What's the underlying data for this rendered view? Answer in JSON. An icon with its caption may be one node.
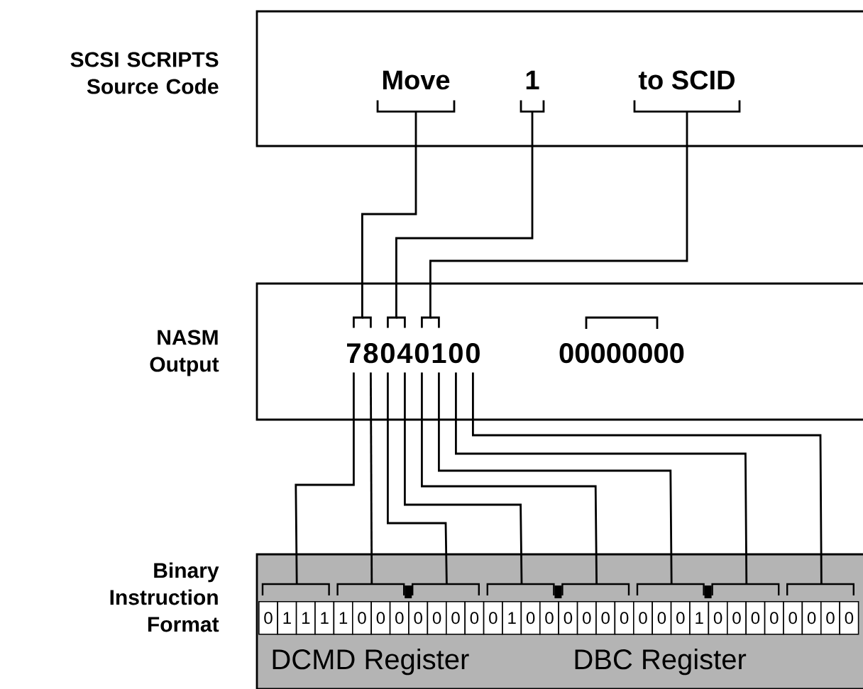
{
  "diagram": {
    "nodes": [
      {
        "text": [
          "SCSI SCRIPTS Source Code"
        ]
      },
      {
        "text": [
          "Move"
        ],
        "in": 0
      },
      {
        "text": [
          "1"
        ],
        "in": 0
      },
      {
        "text": [
          "to SCID"
        ],
        "in": 0
      },
      {
        "text": [
          "NASM Output"
        ]
      },
      {
        "text": [
          "7"
        ],
        "in": 4
      },
      {
        "text": [
          "8"
        ],
        "in": 4
      },
      {
        "text": [
          "0"
        ],
        "in": 4
      },
      {
        "text": [
          "4"
        ],
        "in": 4
      },
      {
        "text": [
          "0"
        ],
        "in": 4
      },
      {
        "text": [
          "1"
        ],
        "in": 4
      },
      {
        "text": [
          "0"
        ],
        "in": 4
      },
      {
        "text": [
          "0"
        ],
        "in": 4
      },
      {
        "text": [
          "Binary Instruction Format"
        ]
      },
      {
        "text": [
          "0",
          "1",
          "1",
          "1"
        ],
        "in": 13
      },
      {
        "text": [
          "1",
          "0",
          "0",
          "0"
        ],
        "in": 13
      },
      {
        "text": [
          "0",
          "0",
          "0",
          "0"
        ],
        "in": 13
      },
      {
        "text": [
          "0",
          "1",
          "0",
          "0"
        ],
        "in": 13
      },
      {
        "text": [
          "0",
          "0",
          "0",
          "0"
        ],
        "in": 13
      },
      {
        "text": [
          "0",
          "0",
          "0",
          "1"
        ],
        "in": 13
      },
      {
        "text": [
          "0",
          "0",
          "0",
          "0"
        ],
        "in": 13
      },
      {
        "text": [
          "0",
          "0",
          "0",
          "0"
        ],
        "in": 13
      }
    ],
    "edges": [
      {
        "from": 1,
        "to": 5,
        "arrow": "none"
      },
      {
        "from": 1,
        "to": 6,
        "arrow": "none"
      },
      {
        "from": 2,
        "to": 7,
        "arrow": "none"
      },
      {
        "from": 2,
        "to": 8,
        "arrow": "none"
      },
      {
        "from": 3,
        "to": 9,
        "arrow": "none"
      },
      {
        "from": 3,
        "to": 10,
        "arrow": "none"
      },
      {
        "from": 5,
        "to": 14,
        "arrow": "none"
      },
      {
        "from": 6,
        "to": 15,
        "arrow": "none"
      },
      {
        "from": 7,
        "to": 16,
        "arrow": "none"
      },
      {
        "from": 8,
        "to": 17,
        "arrow": "none"
      },
      {
        "from": 9,
        "to": 18,
        "arrow": "none"
      },
      {
        "from": 10,
        "to": 19,
        "arrow": "none"
      },
      {
        "from": 11,
        "to": 20,
        "arrow": "none"
      },
      {
        "from": 12,
        "to": 21,
        "arrow": "none"
      }
    ],
    "labels": [
      "00000000",
      "DCMD Register",
      "DBC Register"
    ]
  }
}
